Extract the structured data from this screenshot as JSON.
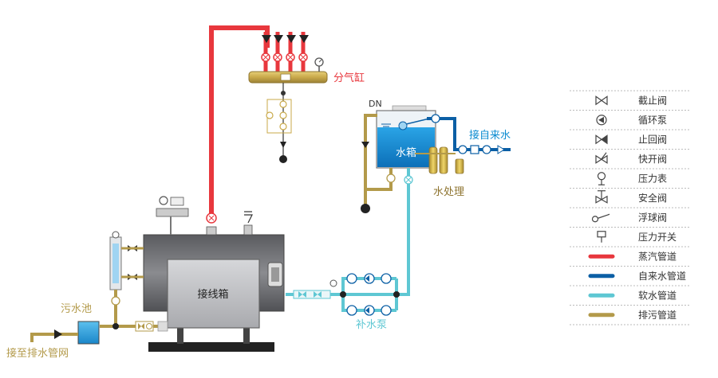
{
  "labels": {
    "steam_header": "分气缸",
    "water_tank": "水箱",
    "dn": "DN",
    "city_water": "接自来水",
    "water_treatment": "水处理",
    "junction_box": "接线箱",
    "makeup_pump": "补水泵",
    "sewage_pool": "污水池",
    "drain_network": "接至排水管网"
  },
  "legend": [
    {
      "icon": "globe-valve-icon",
      "label": "截止阀"
    },
    {
      "icon": "circulating-pump-icon",
      "label": "循环泵"
    },
    {
      "icon": "check-valve-icon",
      "label": "止回阀"
    },
    {
      "icon": "quick-open-valve-icon",
      "label": "快开阀"
    },
    {
      "icon": "pressure-gauge-icon",
      "label": "压力表"
    },
    {
      "icon": "safety-valve-icon",
      "label": "安全阀"
    },
    {
      "icon": "float-valve-icon",
      "label": "浮球阀"
    },
    {
      "icon": "pressure-switch-icon",
      "label": "压力开关"
    },
    {
      "icon": "steam-pipe-line",
      "label": "蒸汽管道",
      "color": "#e8373d"
    },
    {
      "icon": "city-water-pipe-line",
      "label": "自来水管道",
      "color": "#0b5fa5"
    },
    {
      "icon": "soft-water-pipe-line",
      "label": "软水管道",
      "color": "#5ec7d3"
    },
    {
      "icon": "drain-pipe-line",
      "label": "排污管道",
      "color": "#b39a4a"
    }
  ],
  "colors": {
    "steam": "#e8373d",
    "city_water": "#0b5fa5",
    "soft_water": "#5ec7d3",
    "drain": "#b39a4a",
    "boiler": "#6f7074"
  }
}
